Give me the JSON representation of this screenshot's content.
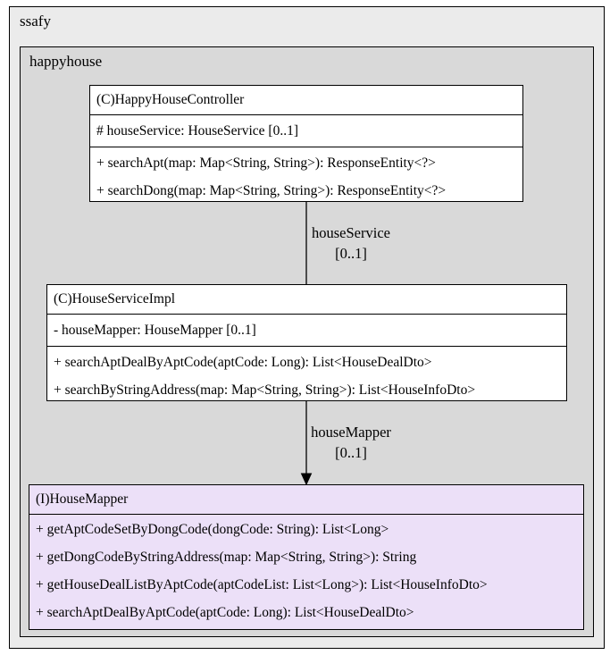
{
  "packages": {
    "outer": "ssafy",
    "inner": "happyhouse"
  },
  "classes": {
    "controller": {
      "title": "(C)HappyHouseController",
      "attributes": [
        "#   houseService: HouseService [0..1]"
      ],
      "methods": [
        "+ searchApt(map: Map<String, String>): ResponseEntity<?>",
        "+ searchDong(map: Map<String, String>): ResponseEntity<?>"
      ]
    },
    "service": {
      "title": "(C)HouseServiceImpl",
      "attributes": [
        "-   houseMapper: HouseMapper [0..1]"
      ],
      "methods": [
        "+ searchAptDealByAptCode(aptCode: Long): List<HouseDealDto>",
        "+ searchByStringAddress(map: Map<String, String>): List<HouseInfoDto>"
      ]
    },
    "mapper": {
      "title": "(I)HouseMapper",
      "methods": [
        "+ getAptCodeSetByDongCode(dongCode: String): List<Long>",
        "+ getDongCodeByStringAddress(map: Map<String, String>): String",
        "+ getHouseDealListByAptCode(aptCodeList: List<Long>): List<HouseInfoDto>",
        "+ searchAptDealByAptCode(aptCode: Long): List<HouseDealDto>"
      ]
    }
  },
  "edges": {
    "controller_to_service": {
      "name": "houseService",
      "multiplicity": "[0..1]"
    },
    "service_to_mapper": {
      "name": "houseMapper",
      "multiplicity": "[0..1]"
    }
  },
  "colors": {
    "outer_package": "#ebebeb",
    "inner_package": "#d9d9d9",
    "class_fill": "#ffffff",
    "interface_fill": "#ece0f8",
    "line": "#000000"
  }
}
